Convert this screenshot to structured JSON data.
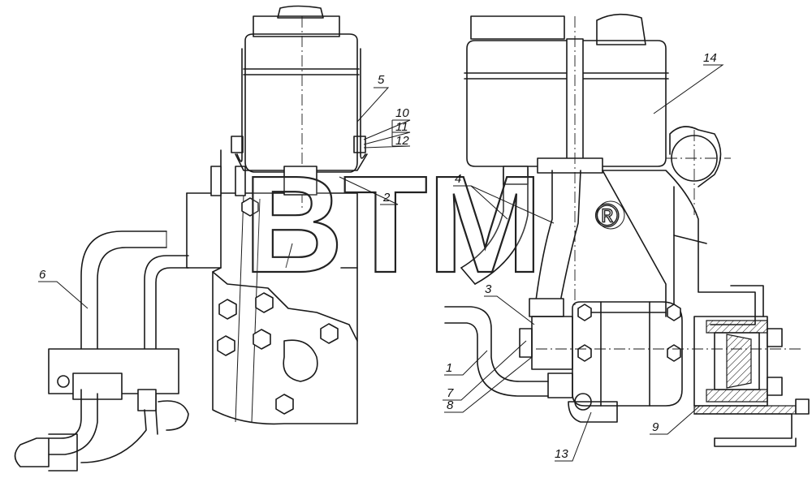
{
  "callouts": {
    "c1": "1",
    "c2": "2",
    "c3": "3",
    "c4": "4",
    "c5": "5",
    "c6": "6",
    "c7": "7",
    "c8": "8",
    "c9": "9",
    "c10": "10",
    "c11": "11",
    "c12": "12",
    "c13": "13",
    "c14": "14"
  },
  "watermark": {
    "text": "BTM",
    "mark": "®"
  }
}
